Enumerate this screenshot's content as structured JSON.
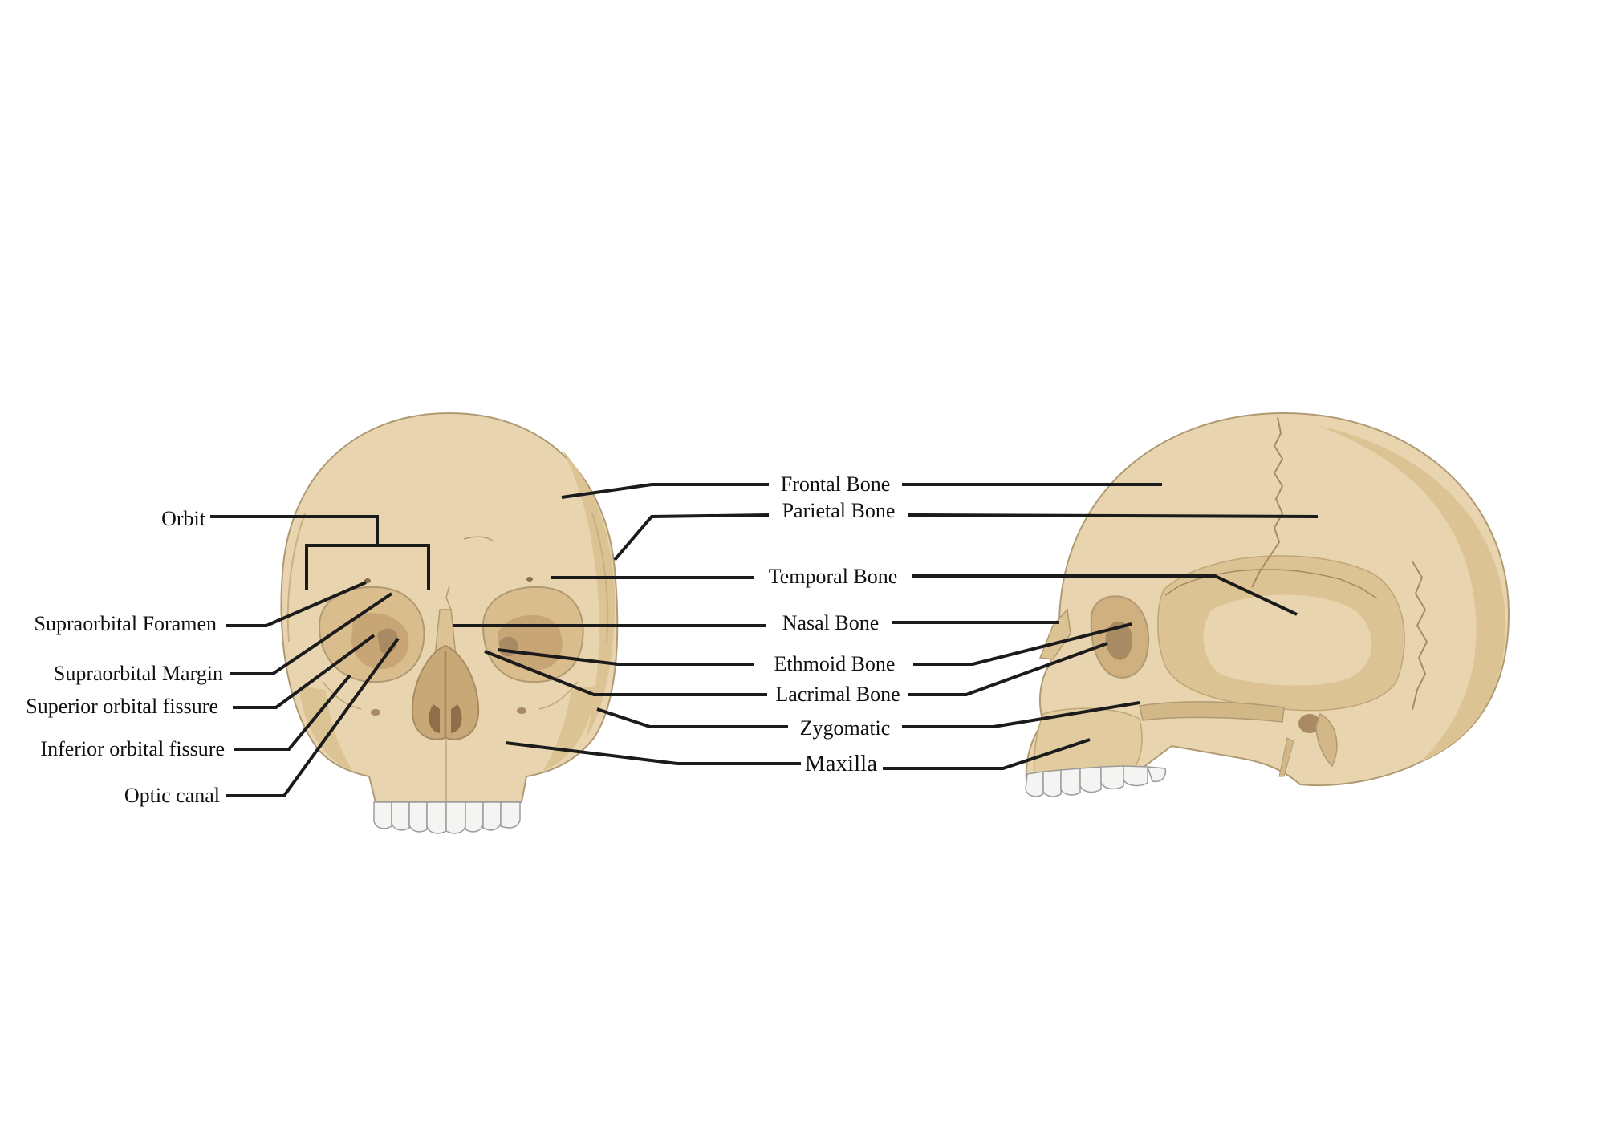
{
  "diagram": {
    "left_labels": {
      "orbit": "Orbit",
      "supraorbital_foramen": "Supraorbital Foramen",
      "supraorbital_margin": "Supraorbital Margin",
      "superior_orbital_fissure": "Superior orbital fissure",
      "inferior_orbital_fissure": "Inferior orbital fissure",
      "optic_canal": "Optic canal"
    },
    "center_labels": {
      "frontal_bone": "Frontal Bone",
      "parietal_bone": "Parietal Bone",
      "temporal_bone": "Temporal Bone",
      "nasal_bone": "Nasal Bone",
      "ethmoid_bone": "Ethmoid Bone",
      "lacrimal_bone": "Lacrimal Bone",
      "zygomatic": "Zygomatic",
      "maxilla": "Maxilla"
    },
    "colors": {
      "bone": "#e8d5b0",
      "bone_shadow": "#dcc393",
      "bone_dark": "#cfb07e",
      "cavity": "#a88a63",
      "outline": "#b09a74",
      "teeth": "#f4f4f2",
      "leader": "#1b1b1b"
    }
  }
}
